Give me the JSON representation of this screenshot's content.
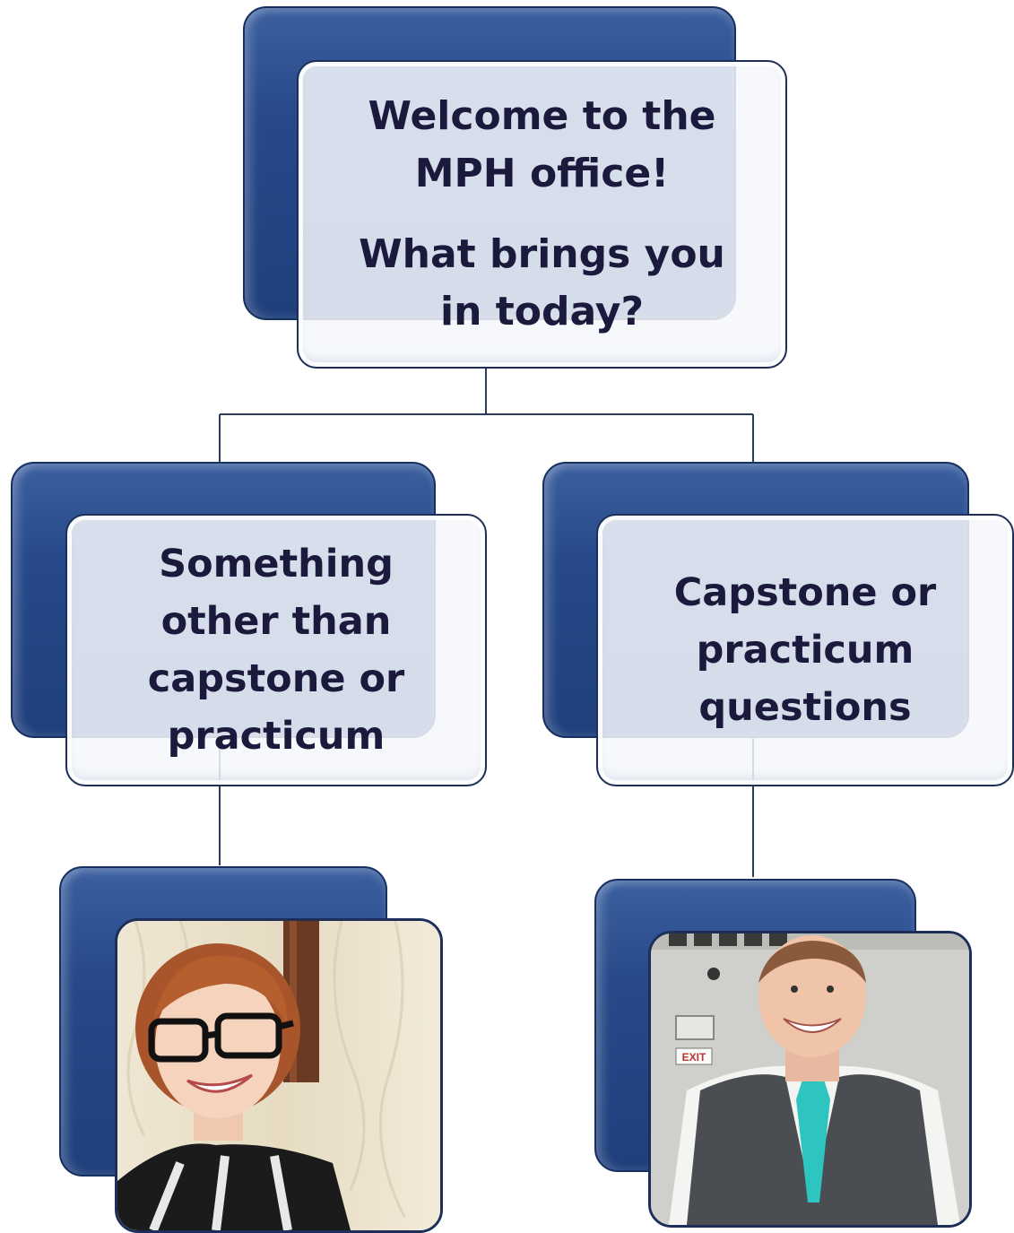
{
  "top": {
    "line1": "Welcome to the MPH office!",
    "line2": "What brings you in today?"
  },
  "left": {
    "label": "Something other than capstone or practicum"
  },
  "right": {
    "label": "Capstone or practicum questions"
  },
  "photos": {
    "left_person": "woman-with-glasses-photo",
    "right_person": "man-with-vest-photo",
    "exit_sign": "EXIT"
  },
  "colors": {
    "box_blue": "#27498a",
    "text_dark": "#1c1a3c",
    "connector": "#2b3b5c"
  }
}
